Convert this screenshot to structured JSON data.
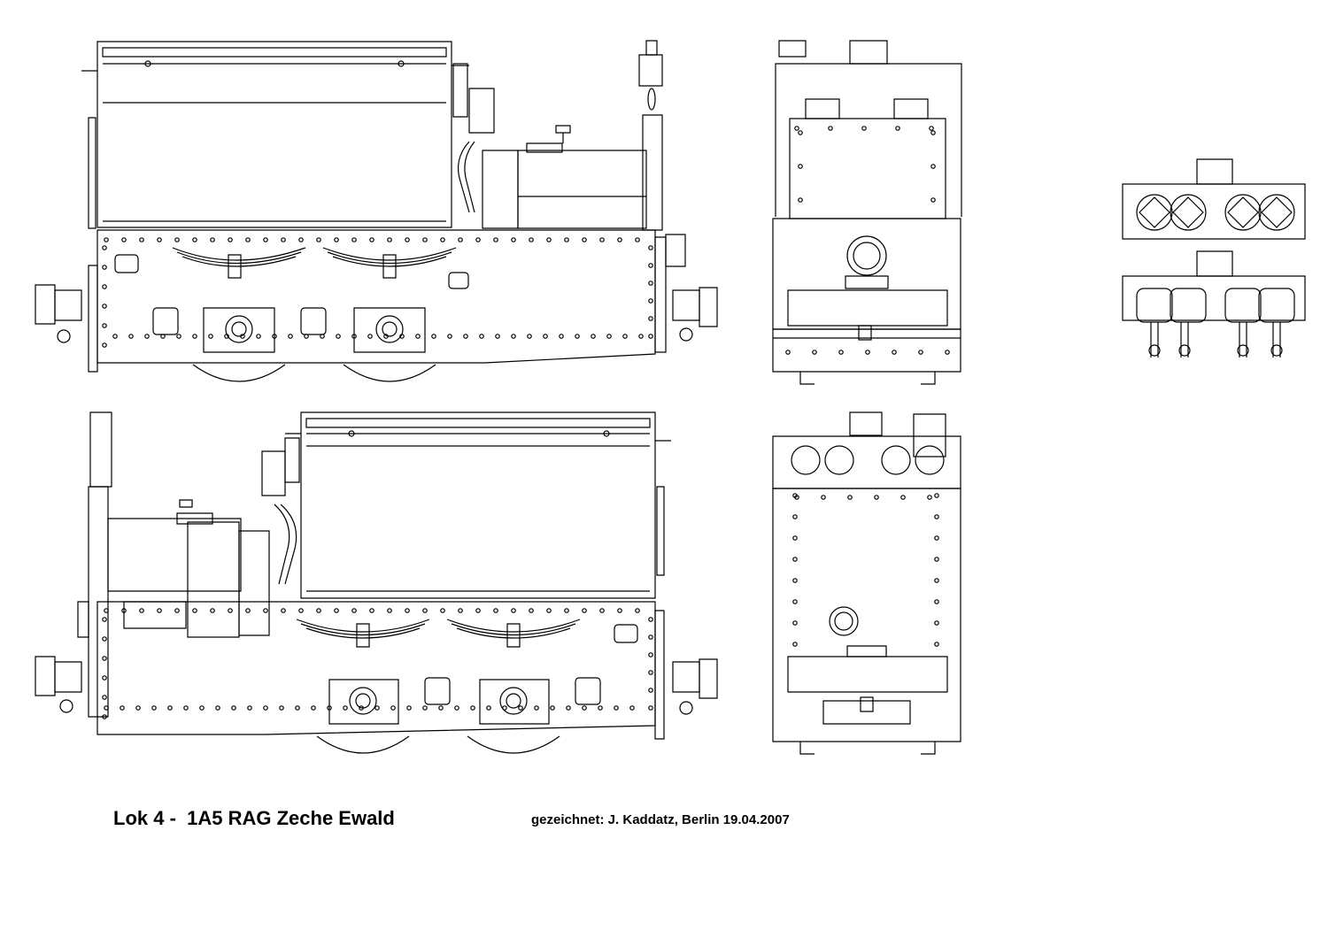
{
  "drawing": {
    "title": "Lok 4 -  1A5 RAG Zeche Ewald",
    "credit": "gezeichnet: J. Kaddatz, Berlin 19.04.2007"
  },
  "views": [
    {
      "id": "side-view-top"
    },
    {
      "id": "side-view-bottom"
    },
    {
      "id": "end-view-top"
    },
    {
      "id": "end-view-bottom"
    },
    {
      "id": "lamp-detail-top"
    },
    {
      "id": "lamp-detail-bottom"
    }
  ],
  "colors": {
    "line": "#000000",
    "background": "#ffffff"
  }
}
